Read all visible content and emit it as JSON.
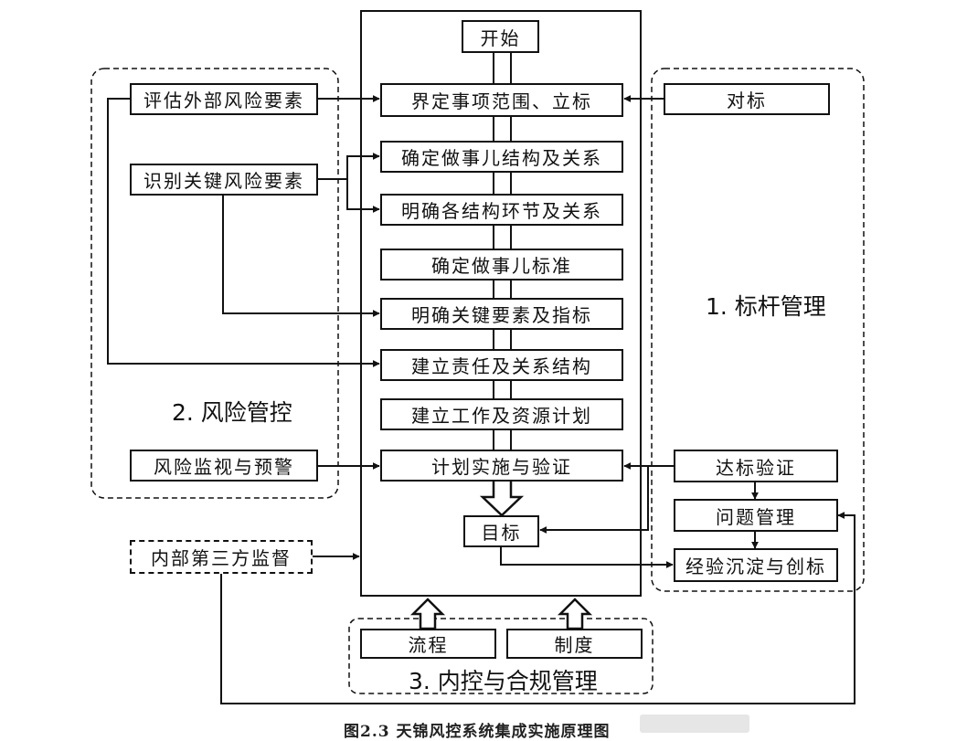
{
  "flow": {
    "start": "开始",
    "steps": [
      "界定事项范围、立标",
      "确定做事儿结构及关系",
      "明确各结构环节及关系",
      "确定做事儿标准",
      "明确关键要素及指标",
      "建立责任及关系结构",
      "建立工作及资源计划",
      "计划实施与验证"
    ],
    "goal": "目标"
  },
  "risk": {
    "title": "2. 风险管控",
    "items": [
      "评估外部风险要素",
      "识别关键风险要素",
      "风险监视与预警"
    ]
  },
  "benchmark": {
    "title": "1. 标杆管理",
    "items": [
      "对标",
      "达标验证",
      "问题管理",
      "经验沉淀与创标"
    ]
  },
  "internal": {
    "supervision": "内部第三方监督"
  },
  "compliance": {
    "title": "3. 内控与合规管理",
    "items": [
      "流程",
      "制度"
    ]
  },
  "caption": "图2.3  天锦风控系统集成实施原理图"
}
